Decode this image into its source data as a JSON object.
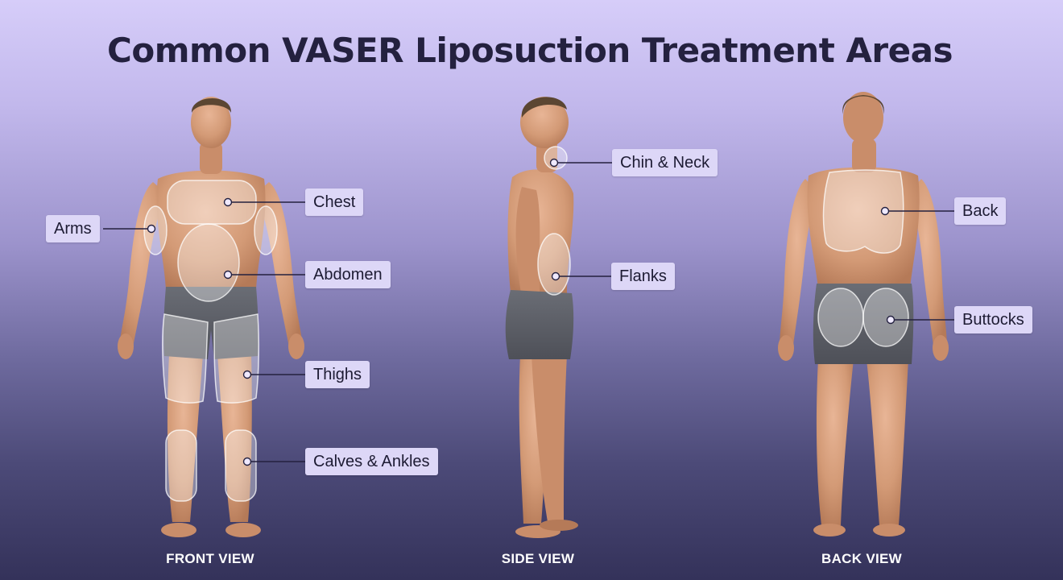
{
  "title": "Common VASER Liposuction Treatment Areas",
  "views": {
    "front": "FRONT VIEW",
    "side": "SIDE VIEW",
    "back": "BACK VIEW"
  },
  "callouts": {
    "arms": "Arms",
    "chest": "Chest",
    "abdomen": "Abdomen",
    "thighs": "Thighs",
    "calves": "Calves & Ankles",
    "chin_neck": "Chin & Neck",
    "flanks": "Flanks",
    "back": "Back",
    "buttocks": "Buttocks"
  },
  "colors": {
    "background_top": "#d6cdf9",
    "background_bottom": "#34325a",
    "title": "#24213f",
    "label_bg": "#ddd7f7",
    "skin": "#d9a07f",
    "shorts": "#5e6169",
    "highlight": "#ffffff"
  }
}
